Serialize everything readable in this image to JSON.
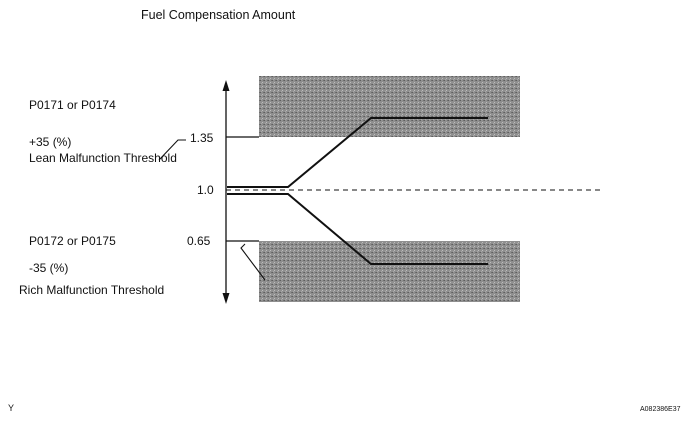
{
  "title": "Fuel Compensation Amount",
  "upper_code": "P0171 or P0174",
  "upper_percent": "+35 (%)",
  "upper_threshold": "Lean Malfunction Threshold",
  "upper_value": "1.35",
  "center_value": "1.0",
  "lower_value": "0.65",
  "lower_code": "P0172 or P0175",
  "lower_percent": "-35 (%)",
  "lower_threshold": "Rich Malfunction Threshold",
  "footer_left": "Y",
  "footer_right": "A082386E37",
  "colors": {
    "shade": "#8a8a8a",
    "line": "#111111"
  }
}
